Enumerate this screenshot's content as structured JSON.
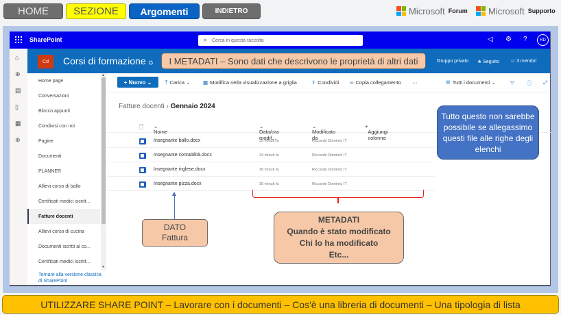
{
  "topnav": {
    "home": "HOME",
    "sezione": "SEZIONE",
    "argomenti": "Argomenti",
    "indietro": "INDIETRO",
    "ms_forum_brand": "Microsoft",
    "ms_forum_label": "Forum",
    "ms_support_brand": "Microsoft",
    "ms_support_label": "Supporto"
  },
  "suitebar": {
    "app_name": "SharePoint",
    "search_placeholder": "Cerca in questa raccolta",
    "avatar_initials": "RD"
  },
  "site": {
    "logo": "Cd",
    "name": "Corsi di formazione",
    "privacy": "Gruppo privato",
    "follow": "Seguito",
    "members": "3 membri"
  },
  "banner": "I METADATI – Sono dati che descrivono le proprietà di altri dati",
  "leftnav": {
    "items": [
      "Home page",
      "Conversazioni",
      "Blocco appunti",
      "Condivisi con noi",
      "Pagine",
      "Documenti",
      "PLANNER",
      "Allievi corso di ballo",
      "Certificati medici iscritt...",
      "Fatture docenti",
      "Allievi corso di cucina",
      "Documenti iscritti al co...",
      "Certificati medici iscritt..."
    ],
    "active": "Fatture docenti",
    "classic_link": "Tornare alla versione classica di SharePoint"
  },
  "cmdbar": {
    "new": "Nuovo",
    "upload": "Carica",
    "grid_edit": "Modifica nella visualizzazione a griglia",
    "share": "Condividi",
    "copy_link": "Copia collegamento",
    "more": "···",
    "view": "Tutti i documenti"
  },
  "breadcrumb": {
    "parent": "Fatture docenti",
    "current": "Gennaio 2024"
  },
  "table": {
    "columns": [
      "Nome",
      "Data/ora modif...",
      "Modificato da",
      "Aggiungi colonna"
    ],
    "rows": [
      {
        "name": "Insegnante ballo.docx",
        "modified": "35 minuti fa",
        "by": "Riccardo Dominici IT"
      },
      {
        "name": "Insegnante contabilità.docx",
        "modified": "34 minuti fa",
        "by": "Riccardo Dominici IT"
      },
      {
        "name": "Insegnante inglese.docx",
        "modified": "36 minuti fa",
        "by": "Riccardo Dominici IT"
      },
      {
        "name": "Insegnante pizza.docx",
        "modified": "35 minuti fa",
        "by": "Riccardo Dominici IT"
      }
    ]
  },
  "annotations": {
    "blue_note": "Tutto questo non sarebbe possibile se allegassimo questi file alle righe degli elenchi",
    "dato_title": "DATO",
    "dato_sub": "Fattura",
    "meta_title": "METADATI",
    "meta_line1": "Quando è stato modificato",
    "meta_line2": "Chi lo ha modificato",
    "meta_line3": "Etc..."
  },
  "footer": "UTILIZZARE SHARE POINT – Lavorare con i documenti – Cos'è una libreria di documenti – Una tipologia di lista",
  "colors": {
    "suitebar": "#0000ee",
    "site_header": "#0f6cbd",
    "footer": "#ffc000",
    "callout_peach": "#f6c8a7",
    "callout_blue": "#4472c4",
    "brace_red": "#e02020"
  }
}
